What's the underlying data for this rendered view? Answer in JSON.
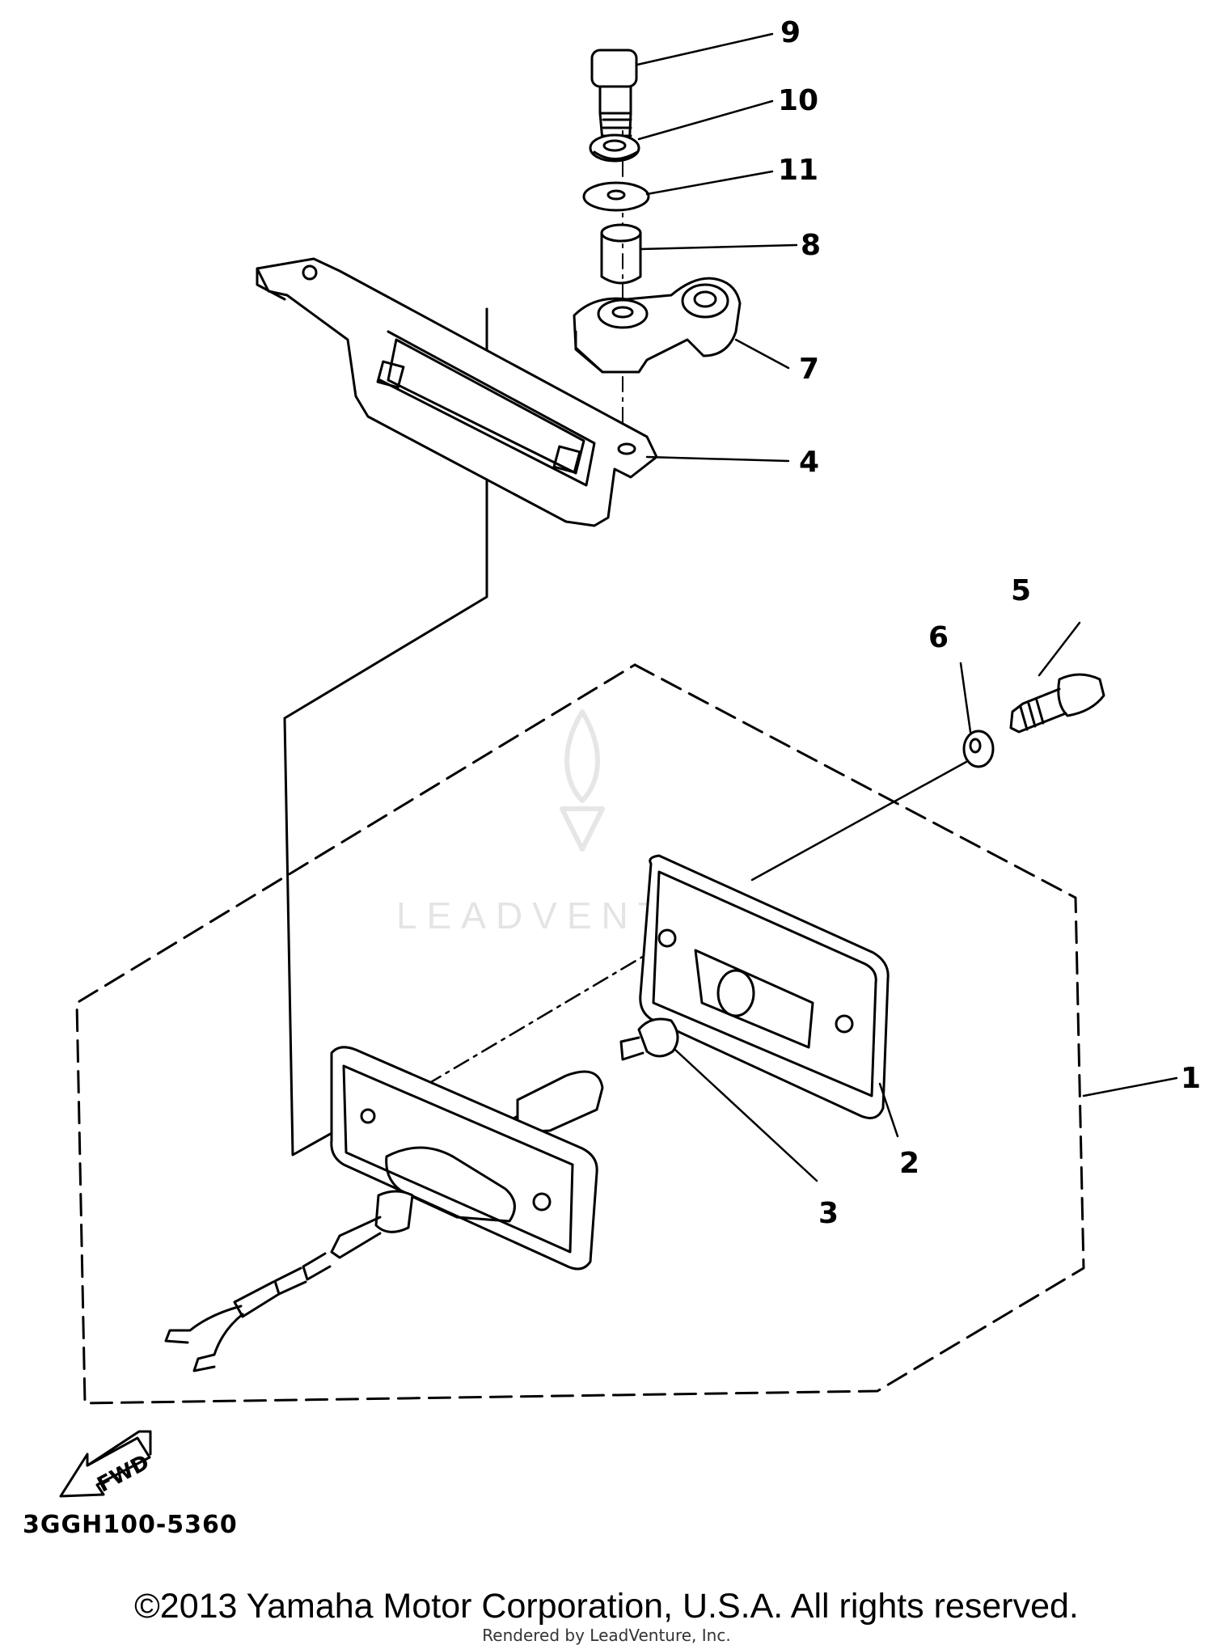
{
  "diagram": {
    "callouts": [
      "9",
      "10",
      "11",
      "8",
      "7",
      "4",
      "5",
      "6",
      "1",
      "2",
      "3"
    ],
    "arrow_label": "FWD",
    "diagram_code": "3GGH100-5360",
    "watermark": "LEADVENTURE"
  },
  "footer": {
    "copyright": "©2013 Yamaha Motor Corporation, U.S.A. All rights reserved.",
    "rendered_by": "Rendered by LeadVenture, Inc."
  }
}
